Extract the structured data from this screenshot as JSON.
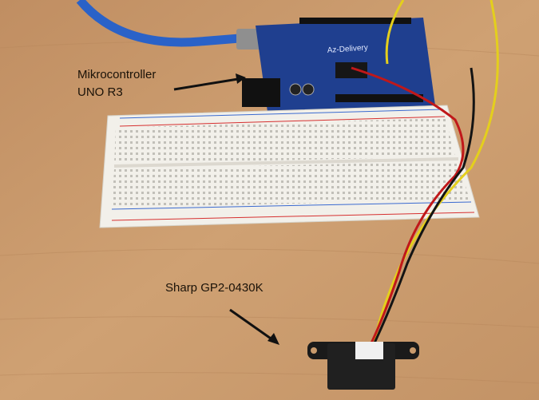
{
  "annotations": {
    "controller_line1": "Mikrocontroller",
    "controller_line2": "UNO R3",
    "sensor": "Sharp GP2-0430K"
  },
  "board_brand": "Az-Delivery",
  "colors": {
    "wood": "#c99a6c",
    "breadboard": "#f2f0ea",
    "arduino": "#1f3f8f",
    "usb_cable": "#2a62c8",
    "wire_red": "#c0181a",
    "wire_yellow": "#e4cf1c",
    "wire_black": "#141414"
  }
}
